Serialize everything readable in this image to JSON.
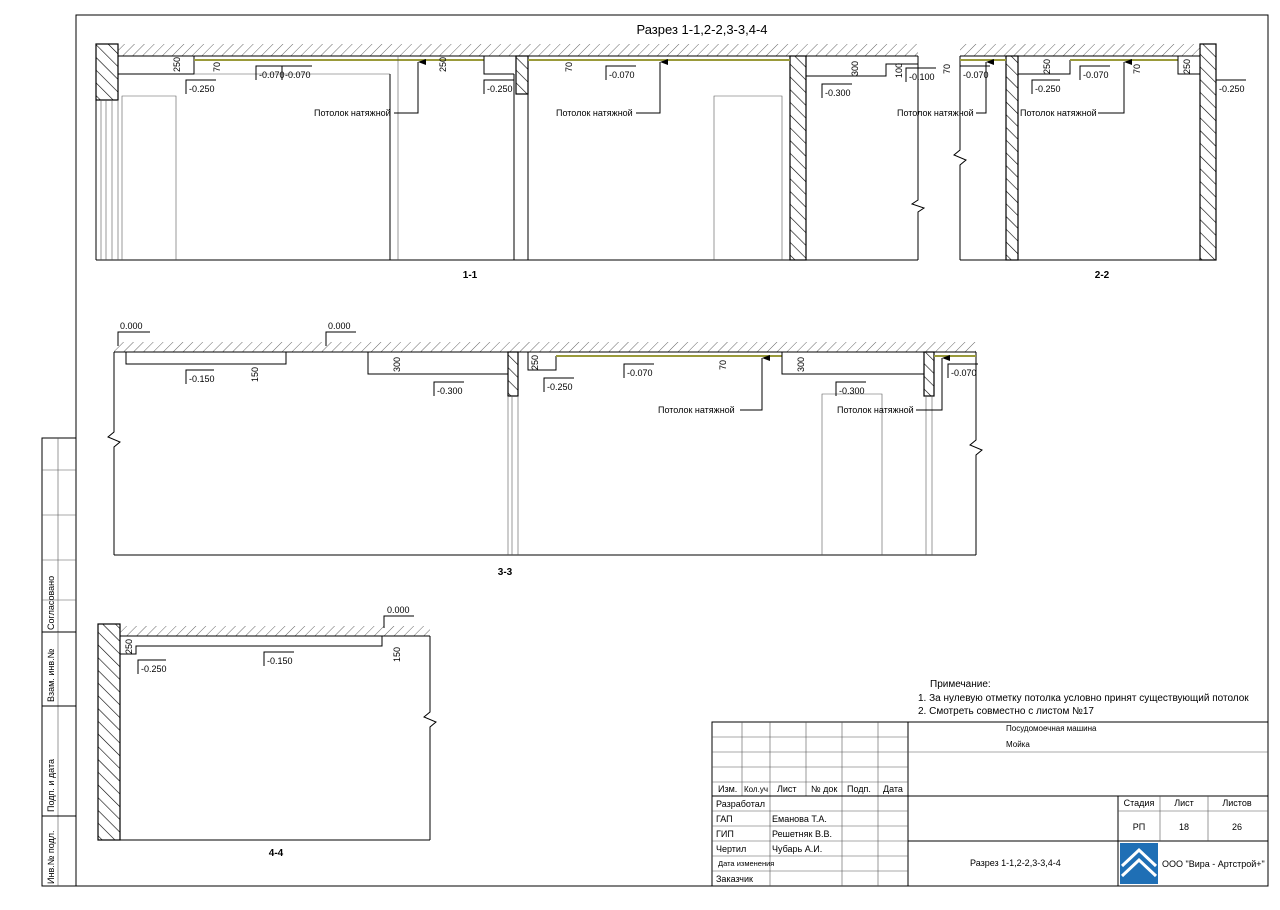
{
  "title": "Разрез 1-1,2-2,3-3,4-4",
  "sections": {
    "s11": {
      "label": "1-1",
      "dims": [
        "250",
        "70",
        "250",
        "70",
        "300",
        "100"
      ],
      "levels": [
        "-0.250",
        "-0.070",
        "-0.070",
        "-0.250",
        "-0.070",
        "-0.300",
        "-0.100"
      ],
      "callouts": [
        "Потолок натяжной",
        "Потолок натяжной"
      ]
    },
    "s22": {
      "label": "2-2",
      "dims": [
        "70",
        "250",
        "70",
        "250"
      ],
      "levels": [
        "-0.070",
        "-0.250",
        "-0.070",
        "-0.250"
      ],
      "callouts": [
        "Потолок натяжной",
        "Потолок натяжной"
      ]
    },
    "s33": {
      "label": "3-3",
      "dims": [
        "150",
        "300",
        "250",
        "70",
        "300"
      ],
      "levels": [
        "0.000",
        "0.000",
        "-0.150",
        "-0.300",
        "-0.250",
        "-0.070",
        "-0.300",
        "-0.070"
      ],
      "callouts": [
        "Потолок натяжной",
        "Потолок натяжной"
      ]
    },
    "s44": {
      "label": "4-4",
      "dims": [
        "250",
        "150"
      ],
      "levels": [
        "0.000",
        "-0.250",
        "-0.150"
      ]
    }
  },
  "note": {
    "heading": "Примечание:",
    "lines": [
      "1. За нулевую отметку потолка условно принят существующий потолок",
      "2. Смотреть совместно с листом №17"
    ]
  },
  "side_stamps": [
    "Согласовано",
    "Взам. инв.№",
    "Подп. и дата",
    "Инв.№ подл."
  ],
  "title_block": {
    "project_lines": [
      "Посудомоечная машина",
      "Мойка"
    ],
    "columns": [
      "Изм.",
      "Кол.уч",
      "Лист",
      "№ док",
      "Подп.",
      "Дата"
    ],
    "roles": [
      {
        "role": "Разработал",
        "name": ""
      },
      {
        "role": "ГАП",
        "name": "Еманова Т.А."
      },
      {
        "role": "ГИП",
        "name": "Решетняк В.В."
      },
      {
        "role": "Чертил",
        "name": "Чубарь А.И."
      },
      {
        "role": "Дата изменения",
        "name": ""
      },
      {
        "role": "Заказчик",
        "name": ""
      }
    ],
    "stage_header": "Стадия",
    "sheet_header": "Лист",
    "sheets_header": "Листов",
    "stage": "РП",
    "sheet": "18",
    "sheets": "26",
    "drawing_title": "Разрез 1-1,2-2,3-3,4-4",
    "company": "ООО \"Вира - Артстрой+\""
  }
}
